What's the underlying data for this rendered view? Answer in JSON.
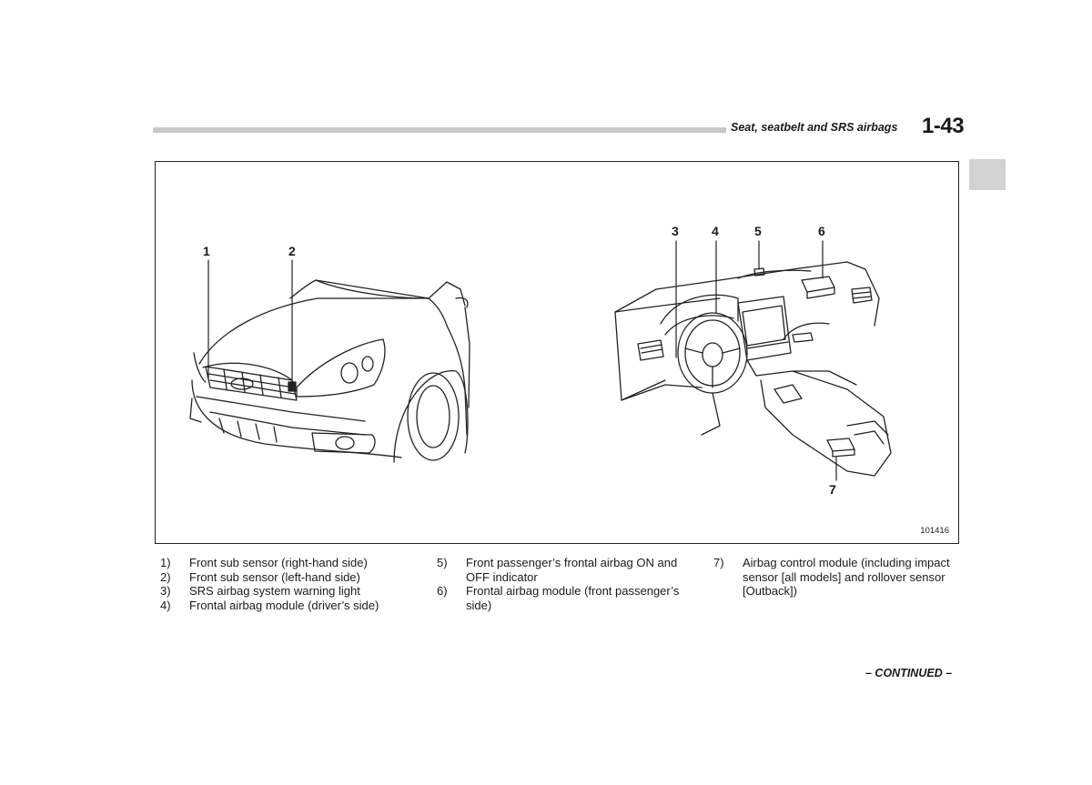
{
  "header": {
    "section_title": "Seat, seatbelt and SRS airbags",
    "page_number": "1-43"
  },
  "figure": {
    "callouts": [
      "1",
      "2",
      "3",
      "4",
      "5",
      "6",
      "7"
    ],
    "figure_code": "101416"
  },
  "legend": {
    "column1": [
      {
        "num": "1)",
        "text": "Front sub sensor (right-hand side)"
      },
      {
        "num": "2)",
        "text": "Front sub sensor (left-hand side)"
      },
      {
        "num": "3)",
        "text": "SRS airbag system warning light"
      },
      {
        "num": "4)",
        "text": "Frontal airbag module (driver’s side)"
      }
    ],
    "column2": [
      {
        "num": "5)",
        "text": "Front passenger’s frontal airbag ON and OFF indicator"
      },
      {
        "num": "6)",
        "text": "Frontal airbag module (front passenger’s side)"
      }
    ],
    "column3": [
      {
        "num": "7)",
        "text": "Airbag control module (including impact sensor [all models] and rollover sensor [Outback])"
      }
    ]
  },
  "footer": {
    "continued": "– CONTINUED –"
  }
}
